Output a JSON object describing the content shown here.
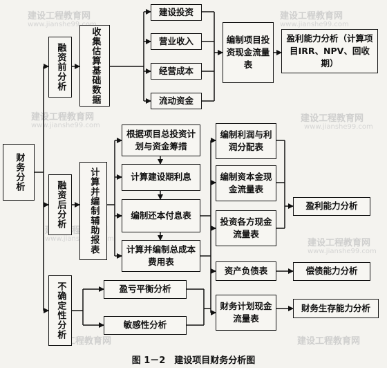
{
  "boxes": {
    "finance_analysis": "财务分析",
    "pre_financing": "融资前分析",
    "collect_data": "收集估算基础数据",
    "invest": "建设投资",
    "revenue": "营业收入",
    "cost": "经营成本",
    "working_capital": "流动资金",
    "project_cashflow": "编制项目投资现金流量表",
    "profit_analysis_1": "盈利能力分析（计算项目IRR、NPV、回收期）",
    "post_financing": "融资后分析",
    "calc_aux": "计算并编制辅助报表",
    "plan_invest": "根据项目总投资计划与资金筹措",
    "interest": "计算建设期利息",
    "repayment": "编制还本付息表",
    "total_cost": "计算并编制总成本费用表",
    "profit_table": "编制利润与利润分配表",
    "capital_cashflow": "编制资本金现金流量表",
    "parties_cashflow": "投资各方现金流量表",
    "balance_sheet": "资产负债表",
    "plan_cashflow": "财务计划现金流量表",
    "profit_analysis_2": "盈利能力分析",
    "solvency": "偿债能力分析",
    "survival": "财务生存能力分析",
    "uncertainty": "不确定性分析",
    "breakeven": "盈亏平衡分析",
    "sensitivity": "敏感性分析"
  },
  "caption": "图 1－2　建设项目财务分析图",
  "watermark": {
    "text": "建设工程教育网",
    "url": "www.jianshe99.com"
  }
}
